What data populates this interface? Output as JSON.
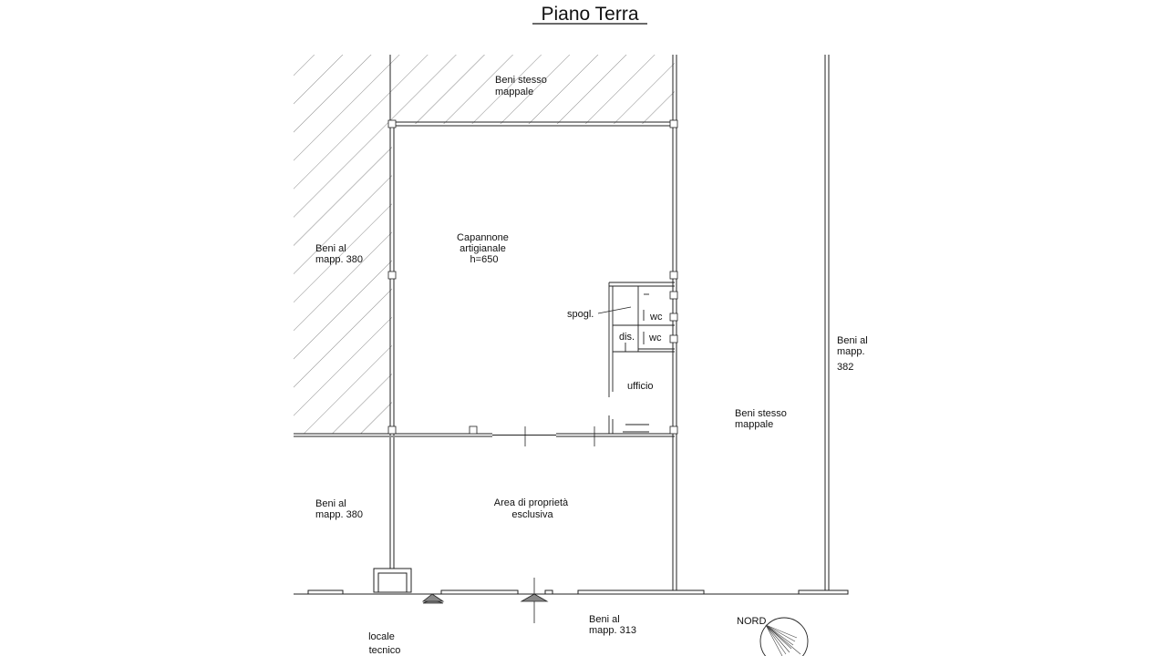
{
  "title": "Piano Terra",
  "labels": {
    "beni_stesso_top": [
      "Beni stesso",
      "mappale"
    ],
    "beni_380_top": [
      "Beni al",
      "mapp. 380"
    ],
    "capannone": [
      "Capannone",
      "artigianale",
      "h=650"
    ],
    "spogl": "spogl.",
    "wc1": "wc",
    "wc2": "wc",
    "dis": "dis.",
    "ufficio": "ufficio",
    "beni_382": [
      "Beni al",
      "mapp.",
      "382"
    ],
    "beni_stesso_right": [
      "Beni stesso",
      "mappale"
    ],
    "beni_380_bottom": [
      "Beni al",
      "mapp. 380"
    ],
    "area": [
      "Area di proprietà",
      "esclusiva"
    ],
    "locale": [
      "locale",
      "tecnico"
    ],
    "beni_313": [
      "Beni al",
      "mapp. 313"
    ],
    "nord": "NORD"
  }
}
